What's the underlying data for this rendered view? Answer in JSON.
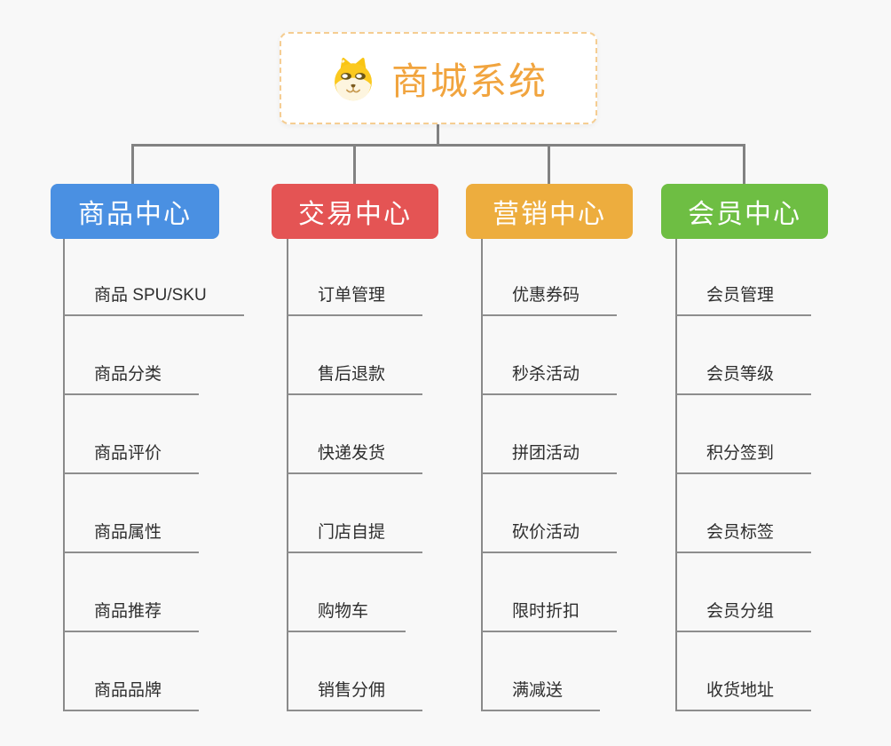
{
  "root": {
    "title": "商城系统",
    "icon": "shiba-dog-icon",
    "text_color": "#f1a43e",
    "border_color": "#f5cd92"
  },
  "branches": [
    {
      "label": "商品中心",
      "color": "#4a90e2",
      "children": [
        "商品 SPU/SKU",
        "商品分类",
        "商品评价",
        "商品属性",
        "商品推荐",
        "商品品牌"
      ]
    },
    {
      "label": "交易中心",
      "color": "#e45454",
      "children": [
        "订单管理",
        "售后退款",
        "快递发货",
        "门店自提",
        "购物车",
        "销售分佣"
      ]
    },
    {
      "label": "营销中心",
      "color": "#edad3e",
      "children": [
        "优惠券码",
        "秒杀活动",
        "拼团活动",
        "砍价活动",
        "限时折扣",
        "满减送"
      ]
    },
    {
      "label": "会员中心",
      "color": "#6ebe43",
      "children": [
        "会员管理",
        "会员等级",
        "积分签到",
        "会员标签",
        "会员分组",
        "收货地址"
      ]
    }
  ],
  "colors": {
    "background": "#f8f8f8",
    "connector": "#828282",
    "underline": "#8e8e8e",
    "child_text": "#2e2e2e"
  }
}
